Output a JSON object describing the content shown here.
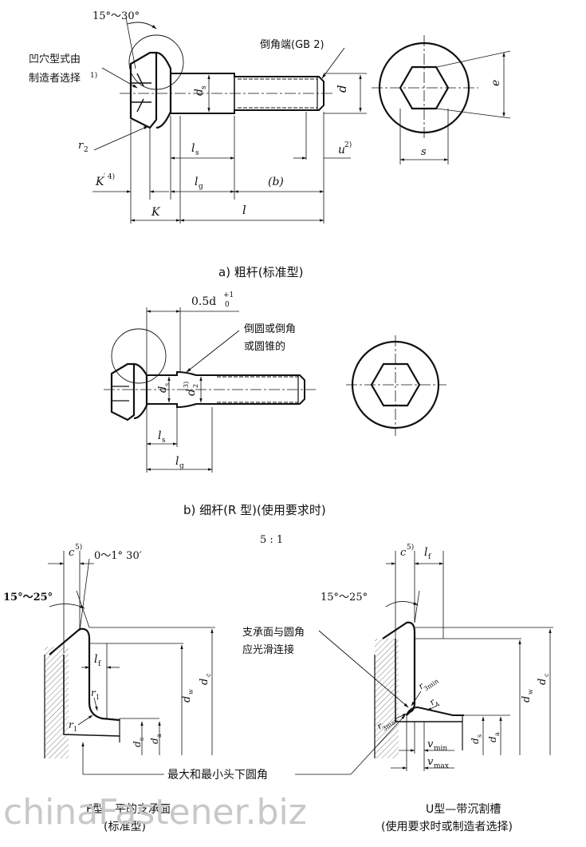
{
  "view_a": {
    "angle": "15°～30°",
    "recess_note_1": "凹穴型式由",
    "recess_note_2": "制造者选择",
    "recess_note_sup": "1)",
    "chamfer_end": "倒角端(GB 2)",
    "d": "d",
    "ds": "d",
    "ds_sub": "s",
    "e": "e",
    "s": "s",
    "r2": "r",
    "r2_sub": "2",
    "ls": "l",
    "ls_sub": "s",
    "u": "u",
    "u_sup": "2)",
    "k_prime": "K",
    "k_prime_sup": "′ 4)",
    "lg": "l",
    "lg_sub": "g",
    "b": "(b)",
    "K": "K",
    "l": "l",
    "caption": "a) 粗杆(标准型)"
  },
  "view_b": {
    "dim_top": "0.5d",
    "dim_top_sup": "+1",
    "dim_top_sub": "0",
    "fillet_note_1": "倒圆或倒角",
    "fillet_note_2": "或圆锥的",
    "ds": "d",
    "ds_sub": "s",
    "d2": "d",
    "d2_sup": "3)",
    "d2_sub": "2",
    "ls": "l",
    "ls_sub": "s",
    "lg": "l",
    "lg_sub": "g",
    "caption": "b) 细杆(R 型)(使用要求时)"
  },
  "scale": "5 : 1",
  "detail_f": {
    "c": "c",
    "c_sup": "5)",
    "angle_small": "0～1° 30′",
    "angle": "15°～25°",
    "lf": "l",
    "lf_sub": "f",
    "r1a": "r",
    "r1a_sub": "1",
    "r1b": "r",
    "r1b_sub": "1",
    "dw": "d",
    "dw_sub": "w",
    "dc": "d",
    "dc_sub": "c",
    "ds": "d",
    "ds_sub": "s",
    "da": "d",
    "da_sub": "a",
    "caption_1": "F型—平的支承面",
    "caption_2": "(标准型)"
  },
  "detail_u": {
    "c": "c",
    "c_sup": "5)",
    "lf": "l",
    "lf_sub": "f",
    "angle": "15°～25°",
    "note_1": "支承面与圆角",
    "note_2": "应光滑连接",
    "r3min": "r",
    "r3min_sub": "3min",
    "r3max": "r",
    "r3max_sub": "3max",
    "r4": "r",
    "r4_sub": "4",
    "dw": "d",
    "dw_sub": "w",
    "dc": "d",
    "dc_sub": "c",
    "ds": "d",
    "ds_sub": "s",
    "da": "d",
    "da_sub": "a",
    "vmin": "v",
    "vmin_sub": "min",
    "vmax": "v",
    "vmax_sub": "max",
    "caption_1": "U型—带沉割槽",
    "caption_2": "(使用要求时或制造者选择)"
  },
  "fillet_label": "最大和最小头下圆角",
  "watermark": "chinaFastener.biz"
}
